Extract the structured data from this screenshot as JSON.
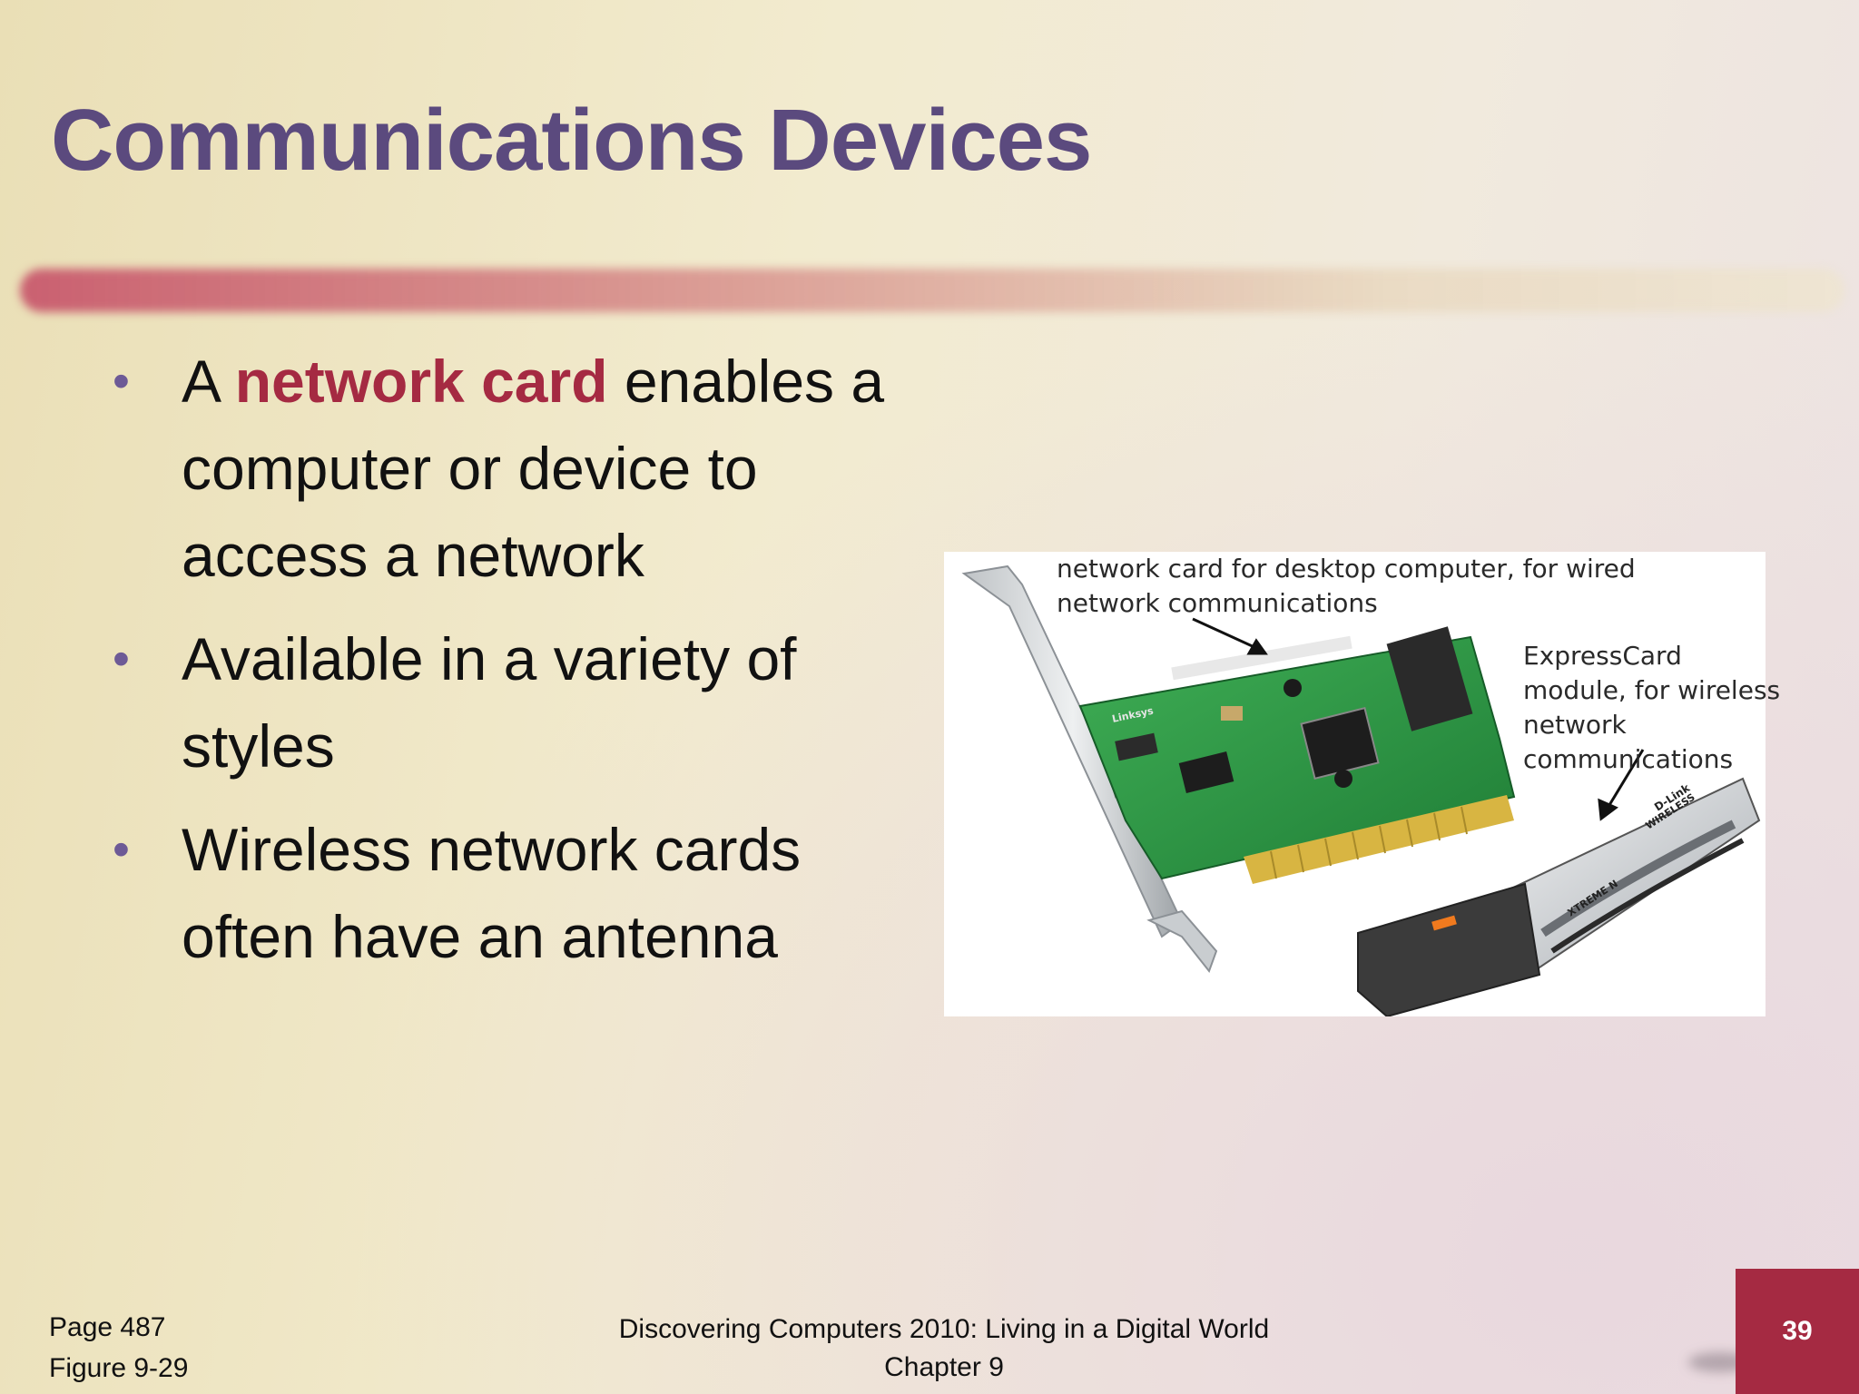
{
  "slide": {
    "title": "Communications Devices",
    "bullets": [
      {
        "before": "A ",
        "term": "network card",
        "after": " enables a computer or device to access a network"
      },
      {
        "text": "Available in a variety of styles"
      },
      {
        "text": "Wireless network cards often have an antenna"
      }
    ]
  },
  "figure": {
    "caption_nic": "network card for desktop computer, for wired network communications",
    "caption_expresscard": "ExpressCard module, for wireless network communications",
    "expresscard_brand": "D-Link",
    "expresscard_label": "WIRELESS",
    "expresscard_product": "XTREME N",
    "nic_brand": "Linksys"
  },
  "footer": {
    "page_ref": "Page 487",
    "figure_ref": "Figure 9-29",
    "book_title": "Discovering Computers 2010: Living in a Digital World",
    "chapter": "Chapter 9",
    "slide_number": "39"
  },
  "colors": {
    "title": "#5b4a7e",
    "term_highlight": "#a52a42",
    "badge": "#a52a42",
    "bullet": "#6d5a96"
  }
}
